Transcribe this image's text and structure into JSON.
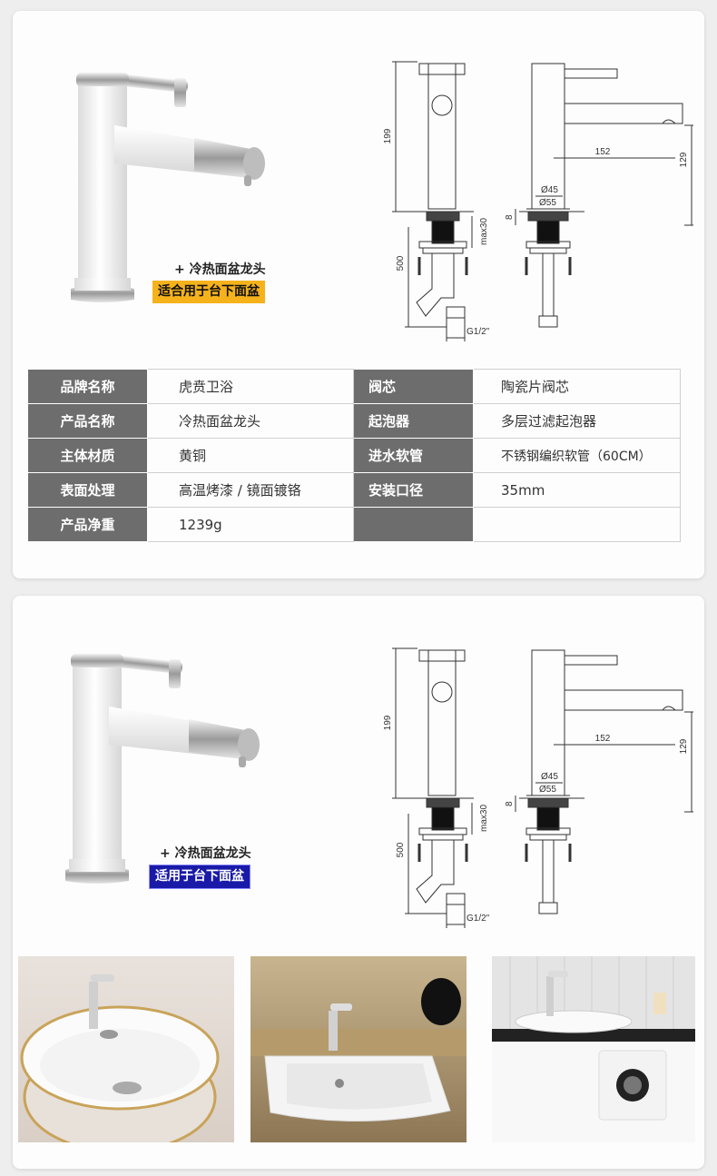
{
  "product": {
    "tag_top": "+ 冷热面盆龙头",
    "badge_top": "适合用于台下面盆",
    "badge_top_color": "#f5b21b",
    "tag_bottom": "+ 冷热面盆龙头",
    "badge_bottom": "适用于台下面盆",
    "badge_bottom_color": "#1a1aa8"
  },
  "diagram": {
    "height_label": "199",
    "spout_label": "152",
    "spout_height_label": "129",
    "dia_outer_label": "Ø45",
    "dia_inner_label": "Ø55",
    "base_label": "8",
    "max_label": "max30",
    "hose_label": "500",
    "thread_label": "G1/2\""
  },
  "specs": {
    "rows": [
      {
        "k1": "品牌名称",
        "v1": "虎贲卫浴",
        "k2": "阀芯",
        "v2": "陶瓷片阀芯"
      },
      {
        "k1": "产品名称",
        "v1": "冷热面盆龙头",
        "k2": "起泡器",
        "v2": "多层过滤起泡器"
      },
      {
        "k1": "主体材质",
        "v1": "黄铜",
        "k2": "进水软管",
        "v2": "不锈钢编织软管（60CM）"
      },
      {
        "k1": "表面处理",
        "v1": "高温烤漆 / 镜面镀铬",
        "k2": "安装口径",
        "v2": "35mm"
      },
      {
        "k1": "产品净重",
        "v1": "1239g",
        "k2": "",
        "v2": ""
      }
    ]
  },
  "colors": {
    "header_gray": "#6d6d6d",
    "faucet_white": "#f4f4f4",
    "chrome": "#c8c8c8"
  }
}
